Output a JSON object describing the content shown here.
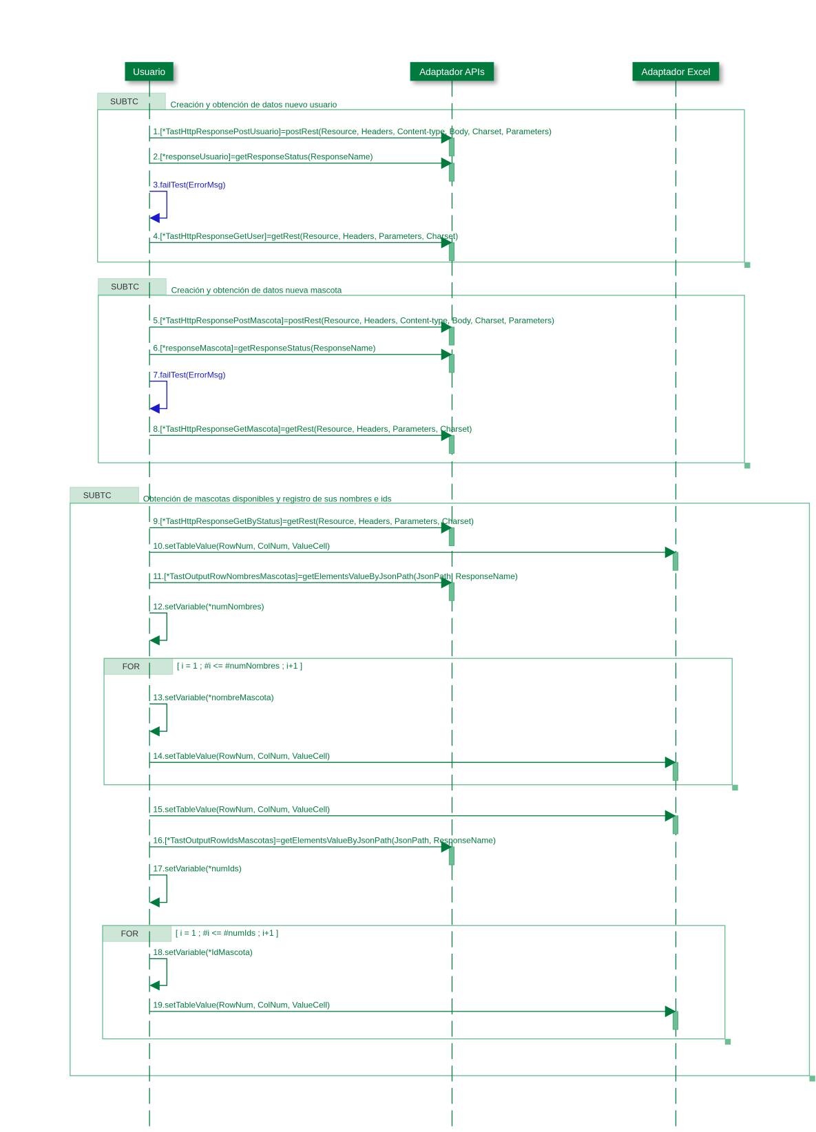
{
  "colors": {
    "header_bg": "#007a3d",
    "header_text": "#ffffff",
    "line": "#6cbf94",
    "text": "#007a3d",
    "self_fail": "#1a1acc",
    "frame_label_bg": "#cde6d8",
    "activation": "#6cbf94"
  },
  "participants": [
    {
      "name": "Usuario"
    },
    {
      "name": "Adaptador APIs"
    },
    {
      "name": "Adaptador Excel"
    }
  ],
  "fragments": [
    {
      "label": "SUBTC",
      "title": "Creación y obtención de datos nuevo usuario"
    },
    {
      "label": "SUBTC",
      "title": "Creación y obtención de datos nueva mascota"
    },
    {
      "label": "SUBTC",
      "title": "Obtención de mascotas disponibles y registro de sus nombres e ids"
    },
    {
      "label": "FOR",
      "title": "[ i = 1 ; #i <= #numNombres ; i+1 ]"
    },
    {
      "label": "FOR",
      "title": "[ i = 1 ; #i <= #numIds ; i+1 ]"
    }
  ],
  "messages": [
    {
      "text": "1.[*TastHttpResponsePostUsuario]=postRest(Resource, Headers, Content-type, Body, Charset, Parameters)",
      "kind": "call"
    },
    {
      "text": "2.[*responseUsuario]=getResponseStatus(ResponseName)",
      "kind": "call"
    },
    {
      "text": "3.failTest(ErrorMsg)",
      "kind": "self-fail"
    },
    {
      "text": "4.[*TastHttpResponseGetUser]=getRest(Resource, Headers, Parameters, Charset)",
      "kind": "call"
    },
    {
      "text": "5.[*TastHttpResponsePostMascota]=postRest(Resource, Headers, Content-type, Body, Charset, Parameters)",
      "kind": "call"
    },
    {
      "text": "6.[*responseMascota]=getResponseStatus(ResponseName)",
      "kind": "call"
    },
    {
      "text": "7.failTest(ErrorMsg)",
      "kind": "self-fail"
    },
    {
      "text": "8.[*TastHttpResponseGetMascota]=getRest(Resource, Headers, Parameters, Charset)",
      "kind": "call"
    },
    {
      "text": "9.[*TastHttpResponseGetByStatus]=getRest(Resource, Headers, Parameters, Charset)",
      "kind": "call"
    },
    {
      "text": "10.setTableValue(RowNum, ColNum, ValueCell)",
      "kind": "call"
    },
    {
      "text": "11.[*TastOutputRowNombresMascotas]=getElementsValueByJsonPath(JsonPath, ResponseName)",
      "kind": "call"
    },
    {
      "text": "12.setVariable(*numNombres)",
      "kind": "self"
    },
    {
      "text": "13.setVariable(*nombreMascota)",
      "kind": "self"
    },
    {
      "text": "14.setTableValue(RowNum, ColNum, ValueCell)",
      "kind": "call"
    },
    {
      "text": "15.setTableValue(RowNum, ColNum, ValueCell)",
      "kind": "call"
    },
    {
      "text": "16.[*TastOutputRowIdsMascotas]=getElementsValueByJsonPath(JsonPath, ResponseName)",
      "kind": "call"
    },
    {
      "text": "17.setVariable(*numIds)",
      "kind": "self"
    },
    {
      "text": "18.setVariable(*IdMascota)",
      "kind": "self"
    },
    {
      "text": "19.setTableValue(RowNum, ColNum, ValueCell)",
      "kind": "call"
    }
  ]
}
